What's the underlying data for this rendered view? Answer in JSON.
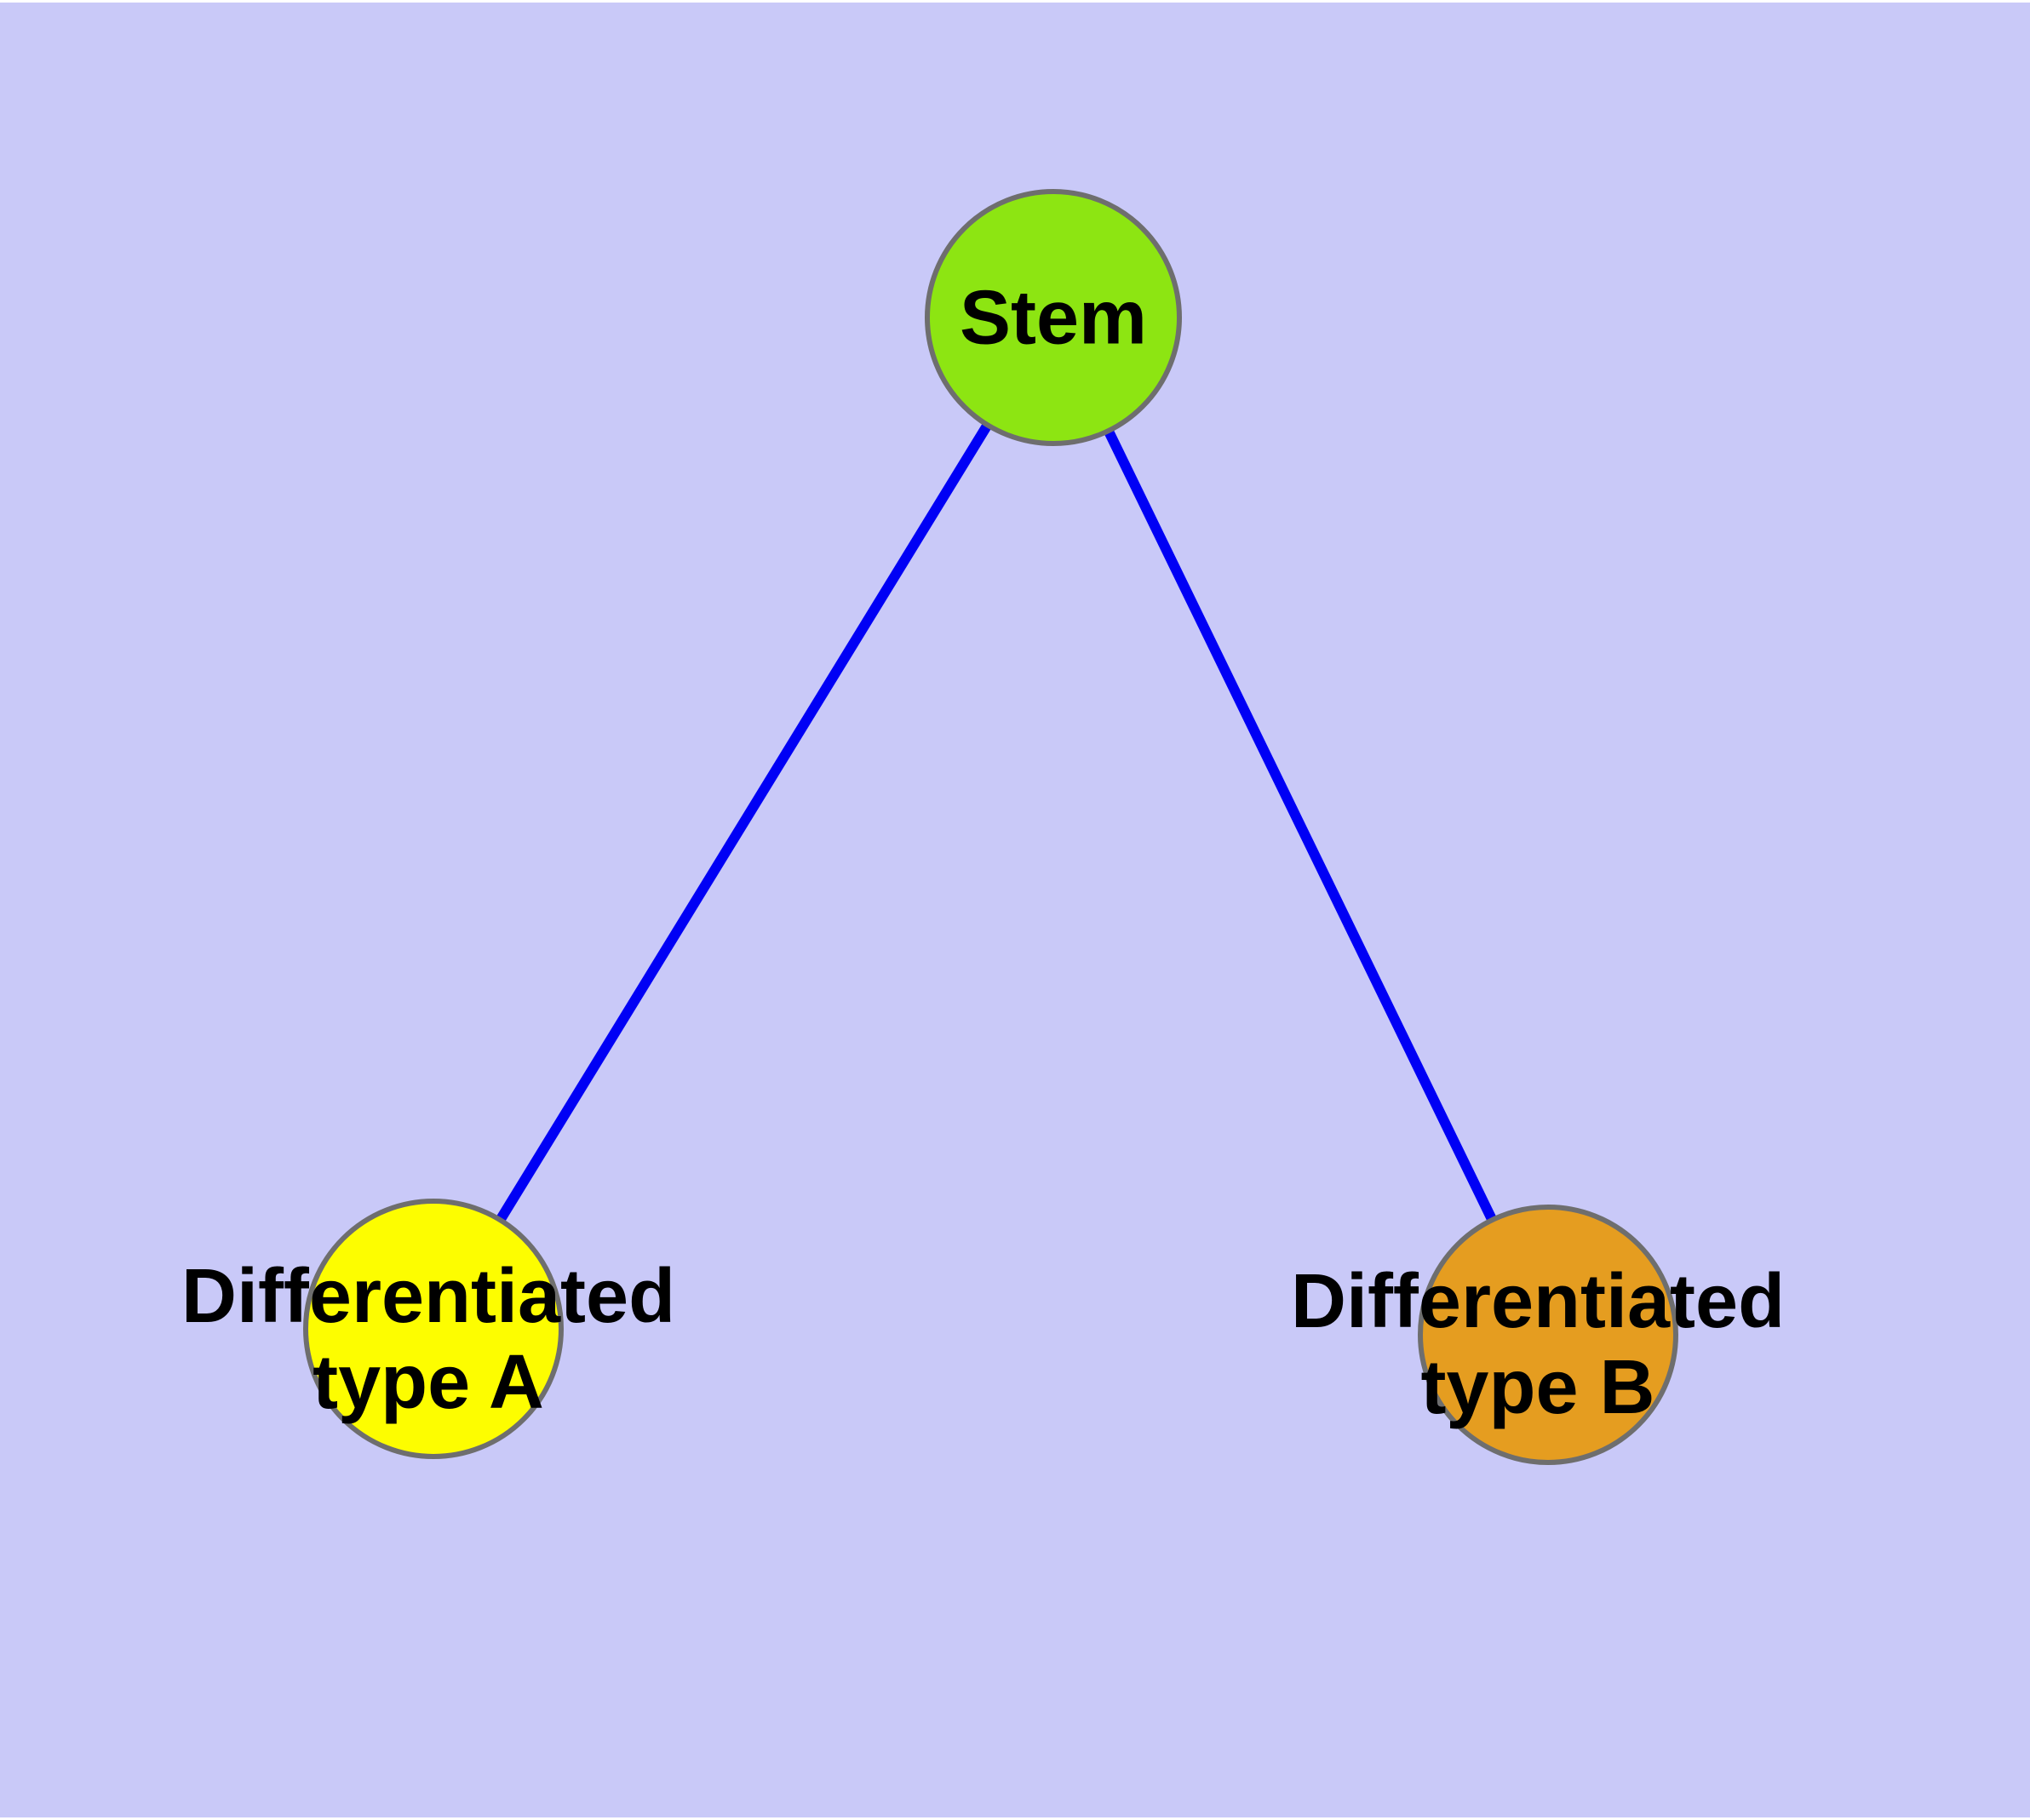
{
  "diagram": {
    "title": "stem-cell-differentiation-graph",
    "background_color": "#c9c9f8",
    "edge_color": "#0000f5",
    "node_border_color": "#6e6e6e",
    "text_color": "#000000",
    "nodes": [
      {
        "id": "stem",
        "label": "Stem",
        "fill": "#8de512"
      },
      {
        "id": "differentiated-type-a",
        "label_line1": "Differentiated",
        "label_line2": "type A",
        "fill": "#fdfd00"
      },
      {
        "id": "differentiated-type-b",
        "label_line1": "Differentiated",
        "label_line2": "type B",
        "fill": "#e59d20"
      }
    ],
    "edges": [
      {
        "from": "Stem",
        "to": "Differentiated type A"
      },
      {
        "from": "Stem",
        "to": "Differentiated type B"
      }
    ]
  }
}
